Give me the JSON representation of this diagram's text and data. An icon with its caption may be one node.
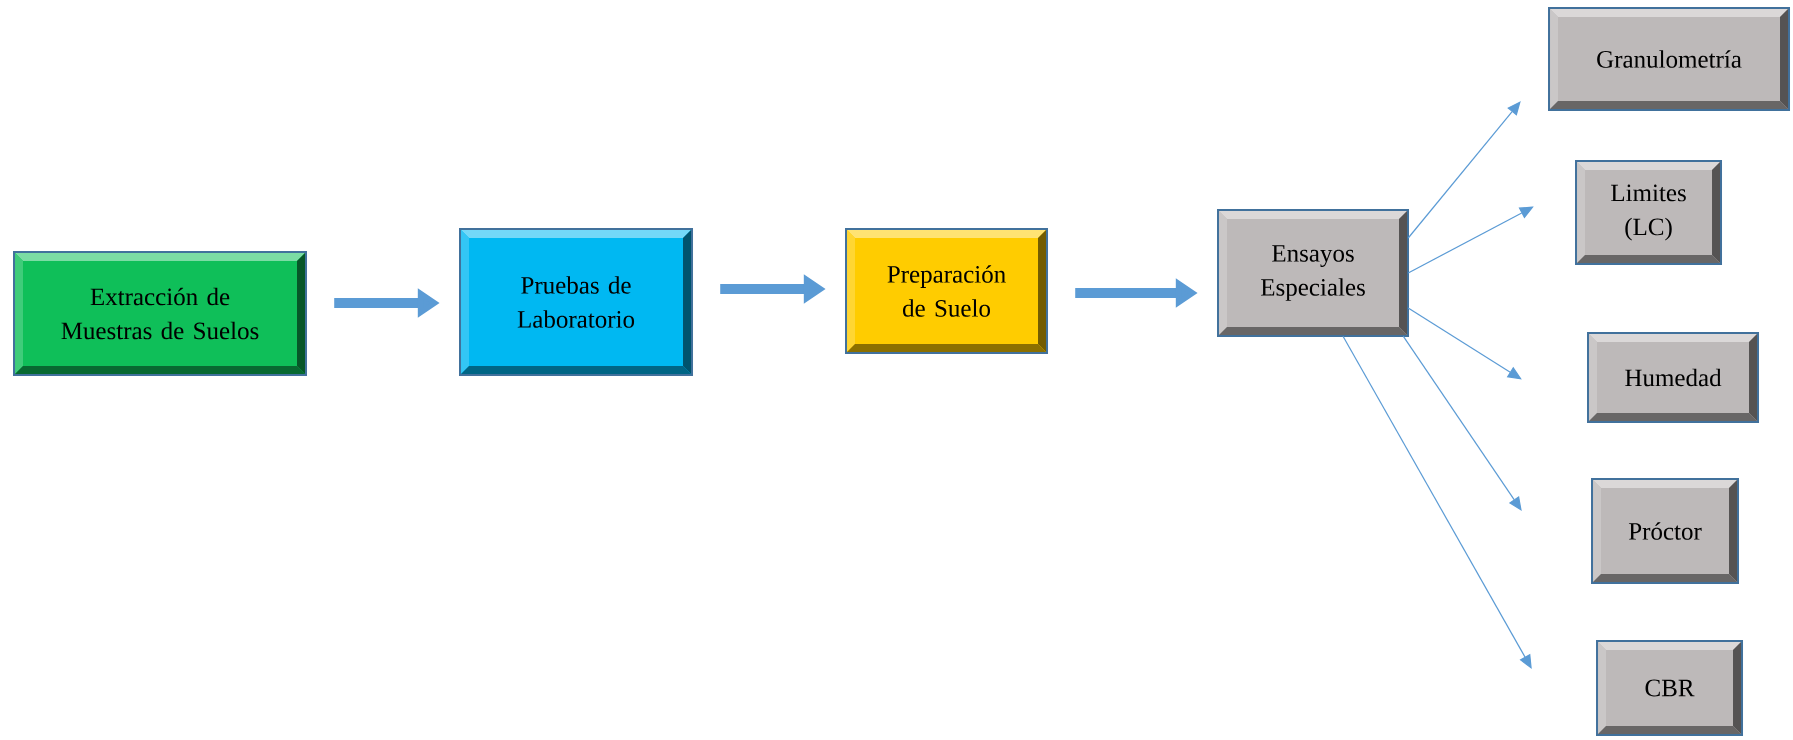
{
  "diagram": {
    "nodes": [
      {
        "text": [
          "Extracción de Muestras de Suelos"
        ]
      },
      {
        "text": [
          "Pruebas de Laboratorio"
        ]
      },
      {
        "text": [
          "Preparación de Suelo"
        ]
      },
      {
        "text": [
          "Ensayos Especiales"
        ]
      },
      {
        "text": [
          "Granulometría"
        ]
      },
      {
        "text": [
          "Limites (LC)"
        ]
      },
      {
        "text": [
          "Humedad"
        ]
      },
      {
        "text": [
          "Próctor"
        ]
      },
      {
        "text": [
          "CBR"
        ]
      }
    ],
    "edges": [
      {
        "from": 0,
        "to": 1,
        "arrow": "to",
        "style": "thick"
      },
      {
        "from": 1,
        "to": 2,
        "arrow": "to",
        "style": "thick"
      },
      {
        "from": 2,
        "to": 3,
        "arrow": "to",
        "style": "thick"
      },
      {
        "from": 3,
        "to": 4,
        "arrow": "to"
      },
      {
        "from": 3,
        "to": 5,
        "arrow": "to"
      },
      {
        "from": 3,
        "to": 6,
        "arrow": "to"
      },
      {
        "from": 3,
        "to": 7,
        "arrow": "to"
      },
      {
        "from": 3,
        "to": 8,
        "arrow": "to"
      }
    ]
  }
}
